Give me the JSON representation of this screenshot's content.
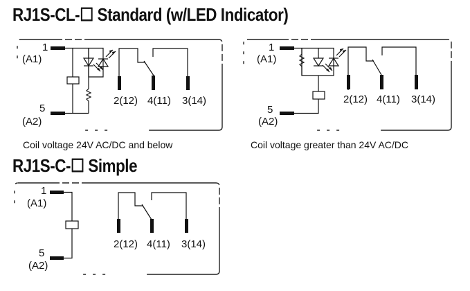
{
  "sections": [
    {
      "title": "RJ1S-CL-☐ Standard (w/LED Indicator)",
      "diagrams": [
        {
          "variant": "led-resistor-series",
          "caption": "Coil voltage 24V AC/DC and below",
          "coil_terminals": [
            {
              "number": "1",
              "alt": "(A1)"
            },
            {
              "number": "5",
              "alt": "(A2)"
            }
          ],
          "contact_terminals": [
            "2(12)",
            "4(11)",
            "3(14)"
          ]
        },
        {
          "variant": "led-resistor-parallel",
          "caption": "Coil voltage greater than 24V AC/DC",
          "coil_terminals": [
            {
              "number": "1",
              "alt": "(A1)"
            },
            {
              "number": "5",
              "alt": "(A2)"
            }
          ],
          "contact_terminals": [
            "2(12)",
            "4(11)",
            "3(14)"
          ]
        }
      ]
    },
    {
      "title": "RJ1S-C-☐ Simple",
      "diagrams": [
        {
          "variant": "simple",
          "caption": "",
          "coil_terminals": [
            {
              "number": "1",
              "alt": "(A1)"
            },
            {
              "number": "5",
              "alt": "(A2)"
            }
          ],
          "contact_terminals": [
            "2(12)",
            "4(11)",
            "3(14)"
          ]
        }
      ]
    }
  ]
}
